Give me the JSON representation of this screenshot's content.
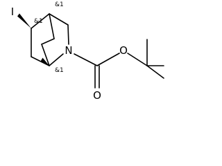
{
  "atoms": {
    "iodine": "I",
    "amine_nitrogen": "N",
    "ether_oxygen": "O",
    "carbonyl_oxygen": "O"
  },
  "stereo_labels": {
    "upper_bridgehead": "&1",
    "iodo_carbon": "&1",
    "lower_bridgehead": "&1"
  },
  "stereo_bonds": {
    "iodo_bond": "bold-wedge",
    "bridgehead_bond": "bold-wedge"
  },
  "colors": {
    "bond": "#000000",
    "background": "#ffffff"
  }
}
